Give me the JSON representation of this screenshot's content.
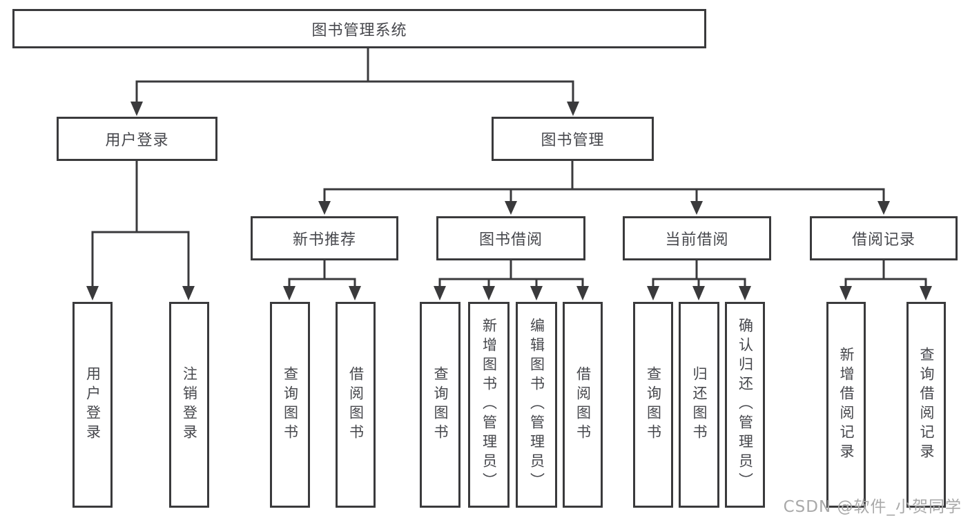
{
  "diagram": {
    "root": "图书管理系统",
    "level2": {
      "user_login": "用户登录",
      "book_management": "图书管理"
    },
    "level3": {
      "new_book_recommend": "新书推荐",
      "book_borrowing": "图书借阅",
      "current_borrowing": "当前借阅",
      "borrowing_records": "借阅记录"
    },
    "leaves": {
      "login": [
        "用户登录",
        "注销登录"
      ],
      "newbook": [
        "查询图书",
        "借阅图书"
      ],
      "borrow": [
        "查询图书",
        "新增图书（管理员）",
        "编辑图书（管理员）",
        "借阅图书"
      ],
      "current": [
        "查询图书",
        "归还图书",
        "确认归还（管理员）"
      ],
      "records": [
        "新增借阅记录",
        "查询借阅记录"
      ]
    },
    "watermark": "CSDN @软件_小贺同学",
    "colors": {
      "line": "#3a3a3c",
      "text": "#46474c",
      "watermark": "#a9a9a9",
      "background": "#ffffff"
    }
  }
}
